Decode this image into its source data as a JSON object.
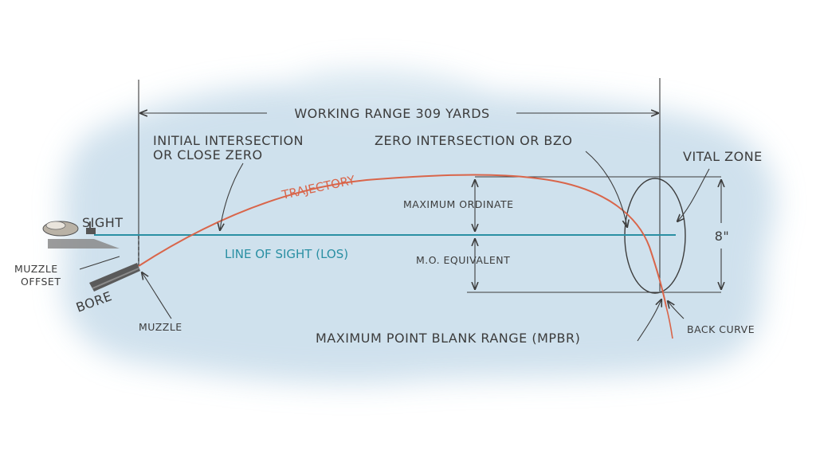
{
  "labels": {
    "working_range": "WORKING RANGE 309 YARDS",
    "initial_intersection_1": "INITIAL INTERSECTION",
    "initial_intersection_2": "OR CLOSE ZERO",
    "zero_intersection": "ZERO INTERSECTION OR BZO",
    "vital_zone": "VITAL ZONE",
    "trajectory": "TRAJECTORY",
    "sight": "SIGHT",
    "maximum_ordinate": "MAXIMUM ORDINATE",
    "eight_inch": "8\"",
    "line_of_sight": "LINE OF SIGHT (LOS)",
    "mo_equivalent": "M.O. EQUIVALENT",
    "muzzle_offset_1": "MUZZLE",
    "muzzle_offset_2": "OFFSET",
    "bore": "BORE",
    "muzzle": "MUZZLE",
    "mpbr": "MAXIMUM POINT BLANK RANGE (MPBR)",
    "back_curve": "BACK CURVE"
  },
  "colors": {
    "ink": "#3c3c3c",
    "line_of_sight": "#2a8fa3",
    "trajectory": "#d9654a",
    "background_wash": "#c7dcea"
  }
}
